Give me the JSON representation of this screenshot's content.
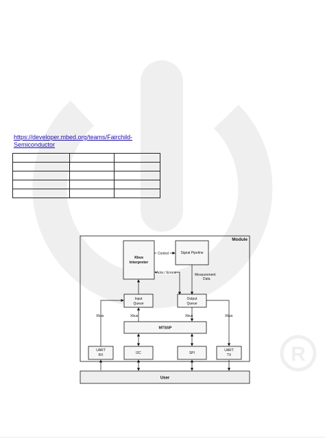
{
  "link": {
    "line1": "https://developer.mbed.org/teams/Fairchild-",
    "line2": "Semiconductor"
  },
  "table": {
    "rows": 5,
    "cols": 3
  },
  "diagram": {
    "module_label": "Module",
    "xbus_interpreter": [
      "Xbus",
      "Interpreter"
    ],
    "signal_pipeline": "Signal Pipeline",
    "control": "Control",
    "acks_errors": "Acks / Errors",
    "measurement_data": [
      "Measurement",
      "Data"
    ],
    "input_queue": [
      "Input",
      "Queue"
    ],
    "output_queue": [
      "Output",
      "Queue"
    ],
    "xbus": "Xbus",
    "mtssp": "MTSSP",
    "uart_rx": [
      "UART",
      "RX"
    ],
    "i2c": "I2C",
    "spi": "SPI",
    "uart_tx": [
      "UART",
      "TX"
    ],
    "user": "User"
  },
  "colors": {
    "watermark": "#ececec",
    "block_fill": "#f6f6f6",
    "user_fill": "#eeeeee",
    "link": "#1a0dab"
  }
}
